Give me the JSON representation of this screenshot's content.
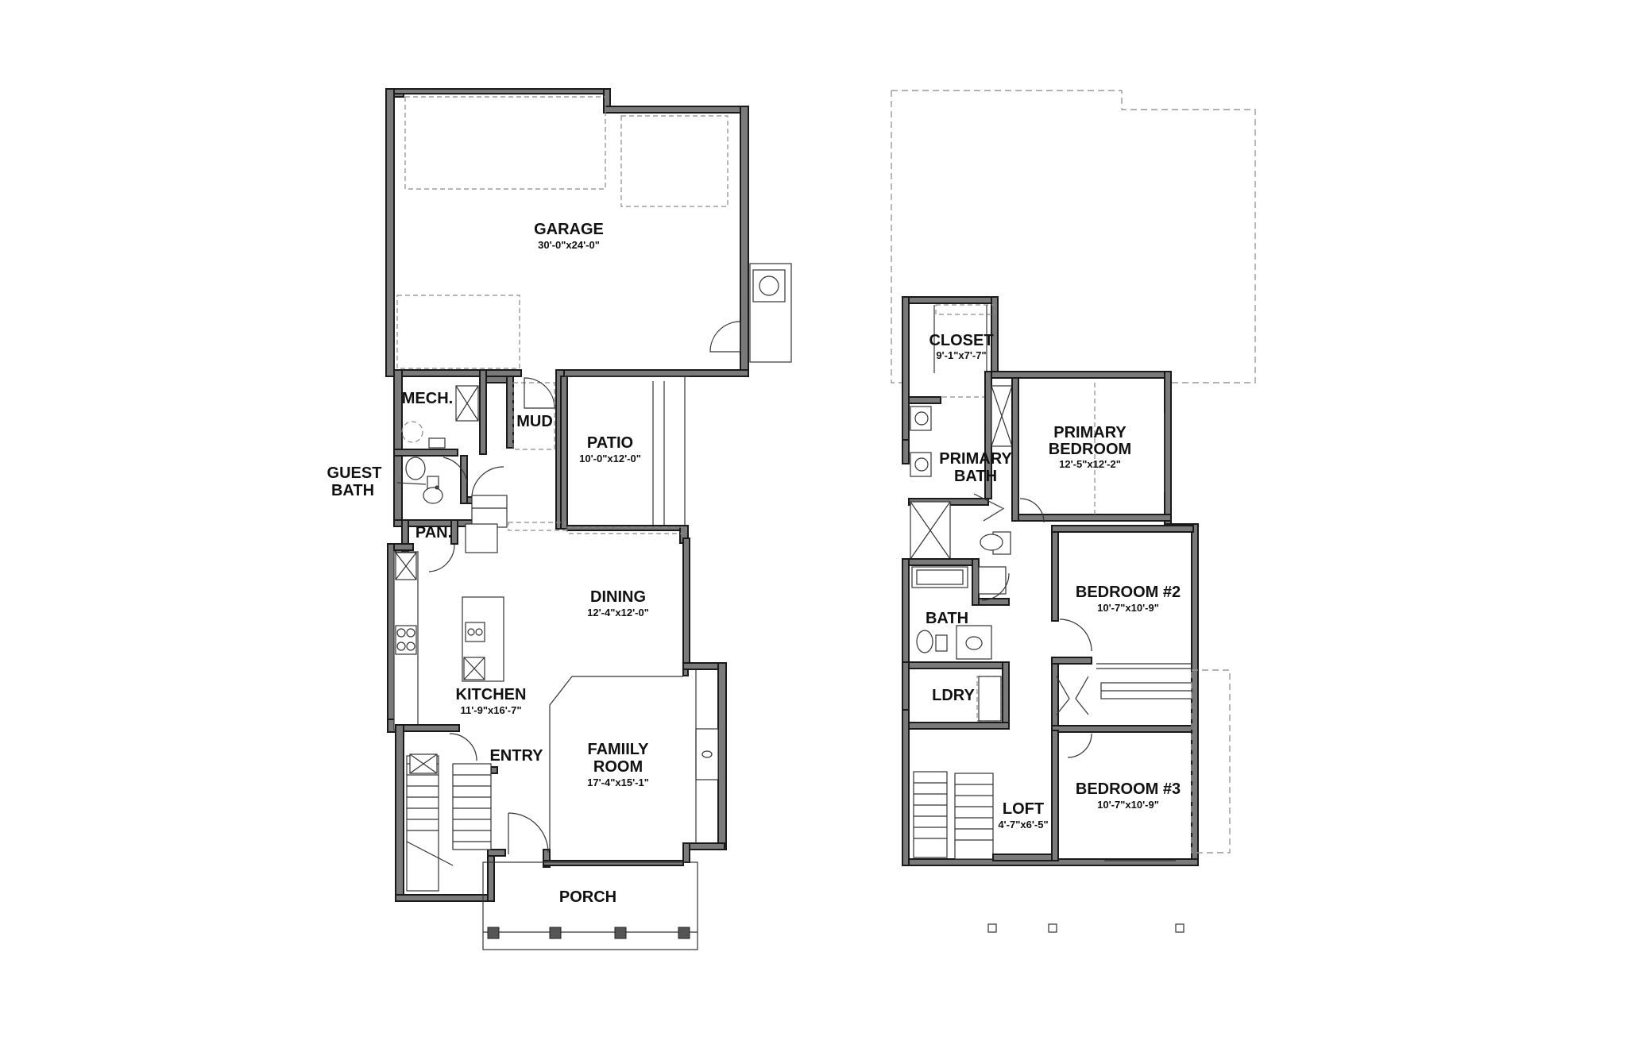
{
  "first_floor": {
    "rooms": [
      {
        "id": "garage",
        "name": "GARAGE",
        "dims": "30'-0\"x24'-0\""
      },
      {
        "id": "mech",
        "name": "MECH.",
        "dims": ""
      },
      {
        "id": "mud",
        "name": "MUD",
        "dims": ""
      },
      {
        "id": "patio",
        "name": "PATIO",
        "dims": "10'-0\"x12'-0\""
      },
      {
        "id": "guest-bath",
        "name": "GUEST",
        "name2": "BATH",
        "dims": ""
      },
      {
        "id": "pantry",
        "name": "PAN.",
        "dims": ""
      },
      {
        "id": "dining",
        "name": "DINING",
        "dims": "12'-4\"x12'-0\""
      },
      {
        "id": "kitchen",
        "name": "KITCHEN",
        "dims": "11'-9\"x16'-7\""
      },
      {
        "id": "family-room",
        "name": "FAMIILY",
        "name2": "ROOM",
        "dims": "17'-4\"x15'-1\""
      },
      {
        "id": "entry",
        "name": "ENTRY",
        "dims": ""
      },
      {
        "id": "porch",
        "name": "PORCH",
        "dims": ""
      }
    ]
  },
  "second_floor": {
    "rooms": [
      {
        "id": "closet",
        "name": "CLOSET",
        "dims": "9'-1\"x7'-7\""
      },
      {
        "id": "primary-bedroom",
        "name": "PRIMARY",
        "name2": "BEDROOM",
        "dims": "12'-5\"x12'-2\""
      },
      {
        "id": "primary-bath",
        "name": "PRIMARY",
        "name2": "BATH",
        "dims": ""
      },
      {
        "id": "bedroom-2",
        "name": "BEDROOM #2",
        "dims": "10'-7\"x10'-9\""
      },
      {
        "id": "bath",
        "name": "BATH",
        "dims": ""
      },
      {
        "id": "laundry",
        "name": "LDRY",
        "dims": ""
      },
      {
        "id": "loft",
        "name": "LOFT",
        "dims": "4'-7\"x6'-5\""
      },
      {
        "id": "bedroom-3",
        "name": "BEDROOM #3",
        "dims": "10'-7\"x10'-9\""
      }
    ]
  }
}
